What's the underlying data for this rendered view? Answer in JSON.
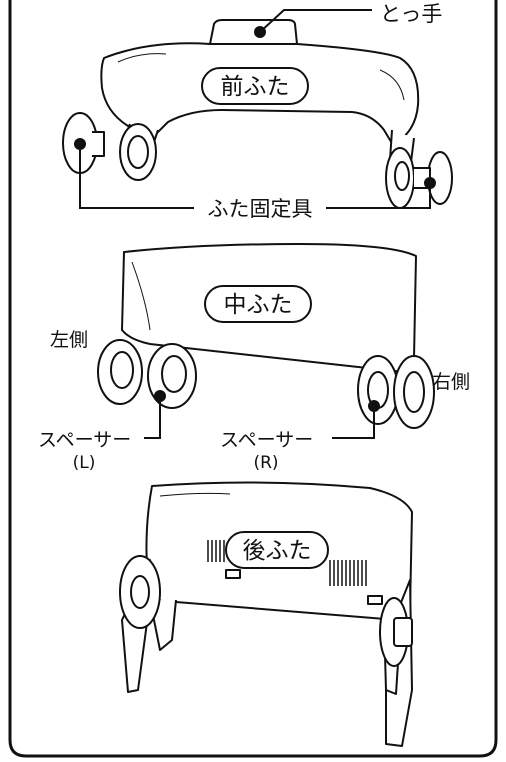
{
  "labels": {
    "handle": "とっ手",
    "front_cover": "前ふた",
    "cover_fixture": "ふた固定具",
    "middle_cover": "中ふた",
    "left_side": "左側",
    "right_side": "右側",
    "spacer_l_text": "スペーサー",
    "spacer_l_sub": "(L)",
    "spacer_r_text": "スペーサー",
    "spacer_r_sub": "(R)",
    "rear_cover": "後ふた"
  }
}
